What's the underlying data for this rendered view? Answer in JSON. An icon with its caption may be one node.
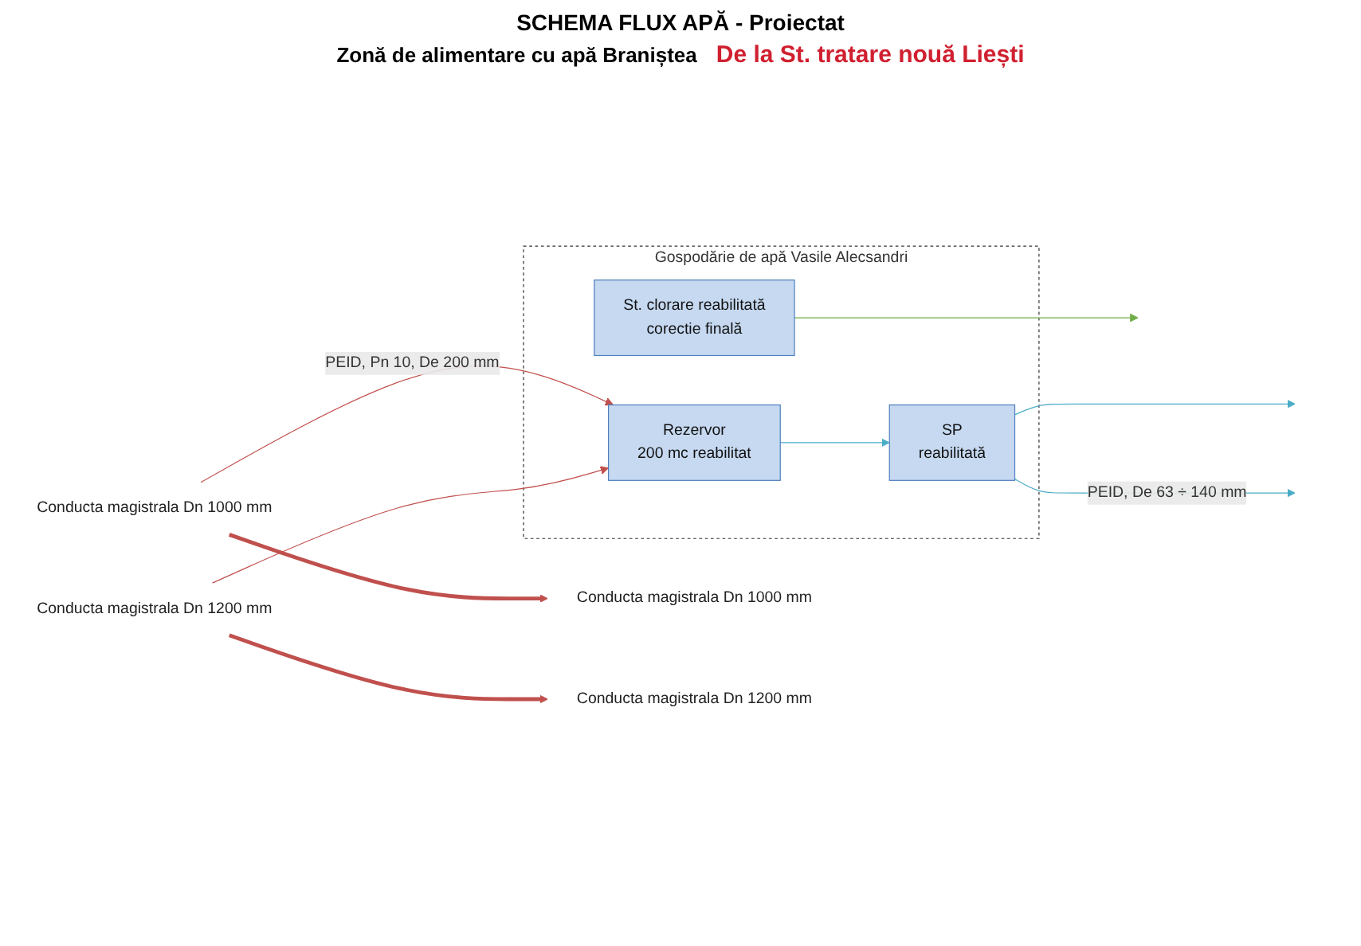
{
  "diagram": {
    "title": "SCHEMA FLUX APĂ - Proiectat",
    "nodes": [
      {
        "text": [
          "Gospodărie de apă Vasile Alecsandri"
        ]
      },
      {
        "text": [
          "Rezervor",
          "200 mc reabilitat"
        ],
        "in": 0
      },
      {
        "text": [
          "St. clorare reabilitată",
          "corectie finală"
        ],
        "in": 0
      },
      {
        "text": [
          "SP",
          "reabilitată"
        ],
        "in": 0
      },
      {
        "text": [
          "Conducta magistrala Dn 1000 mm"
        ]
      },
      {
        "text": [
          "Conducta magistrala Dn 1000 mm"
        ]
      },
      {
        "text": [
          "Conducta magistrala Dn 1200 mm"
        ]
      },
      {
        "text": [
          "Conducta magistrala Dn 1200 mm"
        ]
      }
    ],
    "edges": [
      {
        "from": 4,
        "to": 5,
        "arrow": "to",
        "style": "thick",
        "color": "#c0504d"
      },
      {
        "from": 6,
        "to": 7,
        "arrow": "to",
        "style": "thick",
        "color": "#c0504d"
      },
      {
        "from": 4,
        "to": 1,
        "arrow": "to",
        "label": "PEID, Pn 10, De 200 mm",
        "color": "#c0504d"
      },
      {
        "from": 6,
        "to": 1,
        "arrow": "to",
        "color": "#c0504d"
      },
      {
        "from": 1,
        "to": 3,
        "arrow": "to",
        "color": "#4bacc6"
      },
      {
        "from": 3,
        "to": null,
        "arrow": "to",
        "color": "#4bacc6"
      },
      {
        "from": 3,
        "to": null,
        "arrow": "to",
        "label": "PEID, De 63 ÷ 140 mm",
        "color": "#4bacc6"
      },
      {
        "from": 2,
        "to": null,
        "arrow": "to",
        "color": "#70ad47"
      }
    ],
    "labels": [
      "Zonă de alimentare cu apă Braniștea",
      "De la St. tratare nouă Liești"
    ]
  }
}
